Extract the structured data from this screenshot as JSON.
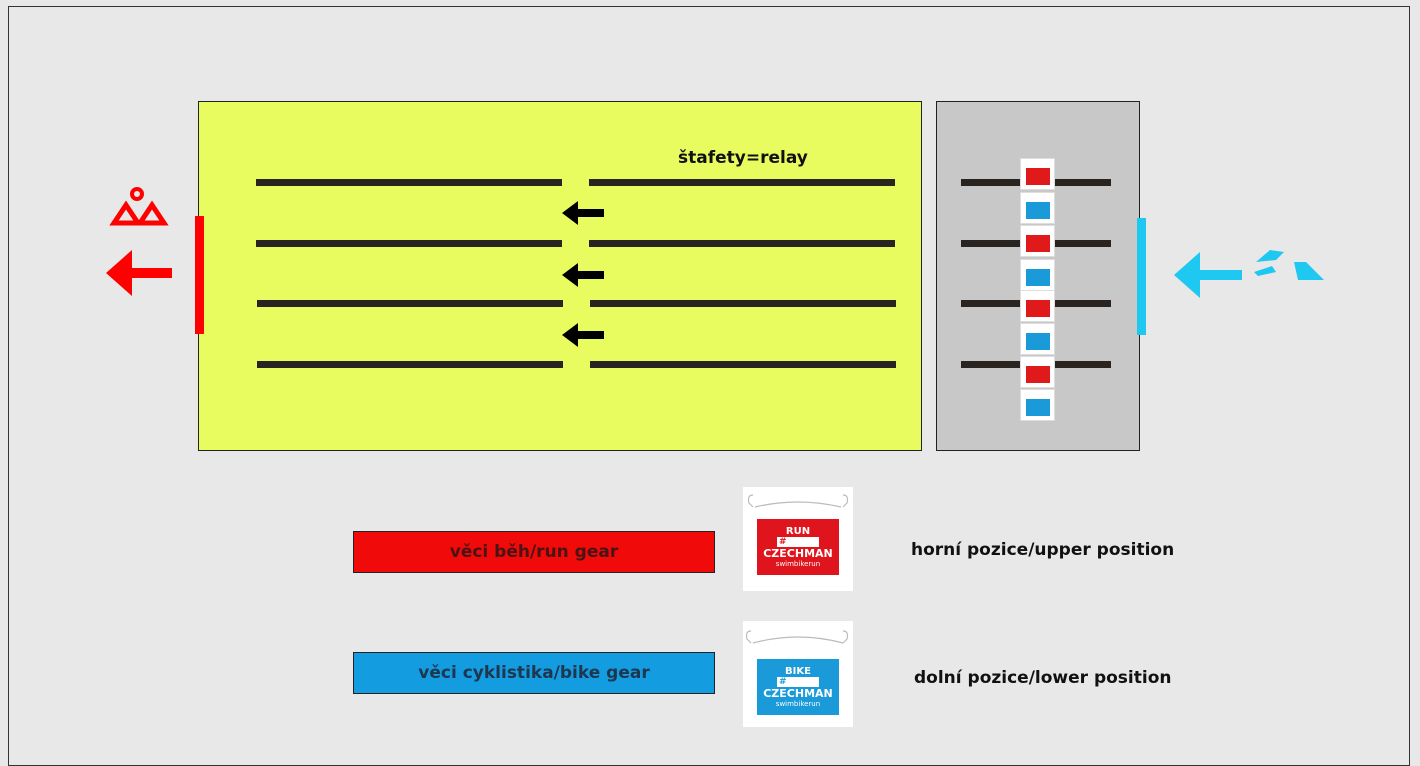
{
  "relay_label": "štafety=relay",
  "legend": {
    "run_label": "věci běh/run gear",
    "bike_label": "věci cyklistika/bike gear",
    "upper_position": "horní pozice/upper position",
    "lower_position": "dolní pozice/lower position"
  },
  "bags": {
    "run_title": "RUN",
    "bike_title": "BIKE",
    "number_mark": "#",
    "brand": "CZECHMAN",
    "tagline": "swimbikerun"
  },
  "colors": {
    "run": "#f00a0a",
    "bike": "#139ce0",
    "transition_zone": "#e8fc60",
    "bag_zone": "#c8c8c8",
    "entry": "#1ec8f0",
    "exit": "#ff0000"
  },
  "icons": {
    "exit": "running-person-icon",
    "entry": "swimmer-icon"
  }
}
